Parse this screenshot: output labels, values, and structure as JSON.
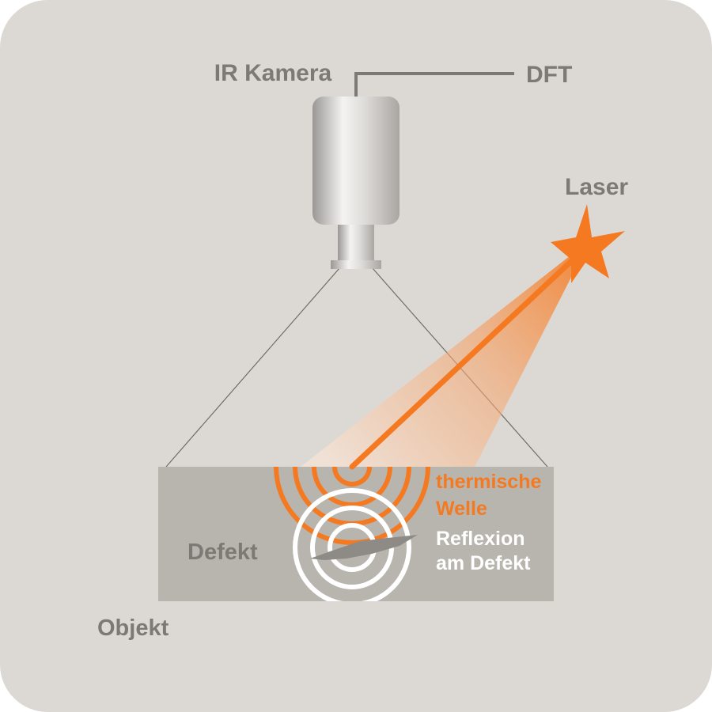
{
  "labels": {
    "camera": "IR Kamera",
    "dft": "DFT",
    "laser": "Laser",
    "thermal_line1": "thermische",
    "thermal_line2": "Welle",
    "reflection_line1": "Reflexion",
    "reflection_line2": "am Defekt",
    "defect": "Defekt",
    "object": "Objekt"
  },
  "colors": {
    "background": "#dcd9d5",
    "object_block": "#b8b5af",
    "text_gray": "#7d7a76",
    "laser_orange": "#f47920",
    "wave_white": "#ffffff",
    "defect_dark": "#8e8b86"
  },
  "icons": [
    "ir-camera-icon",
    "laser-burst-icon"
  ]
}
